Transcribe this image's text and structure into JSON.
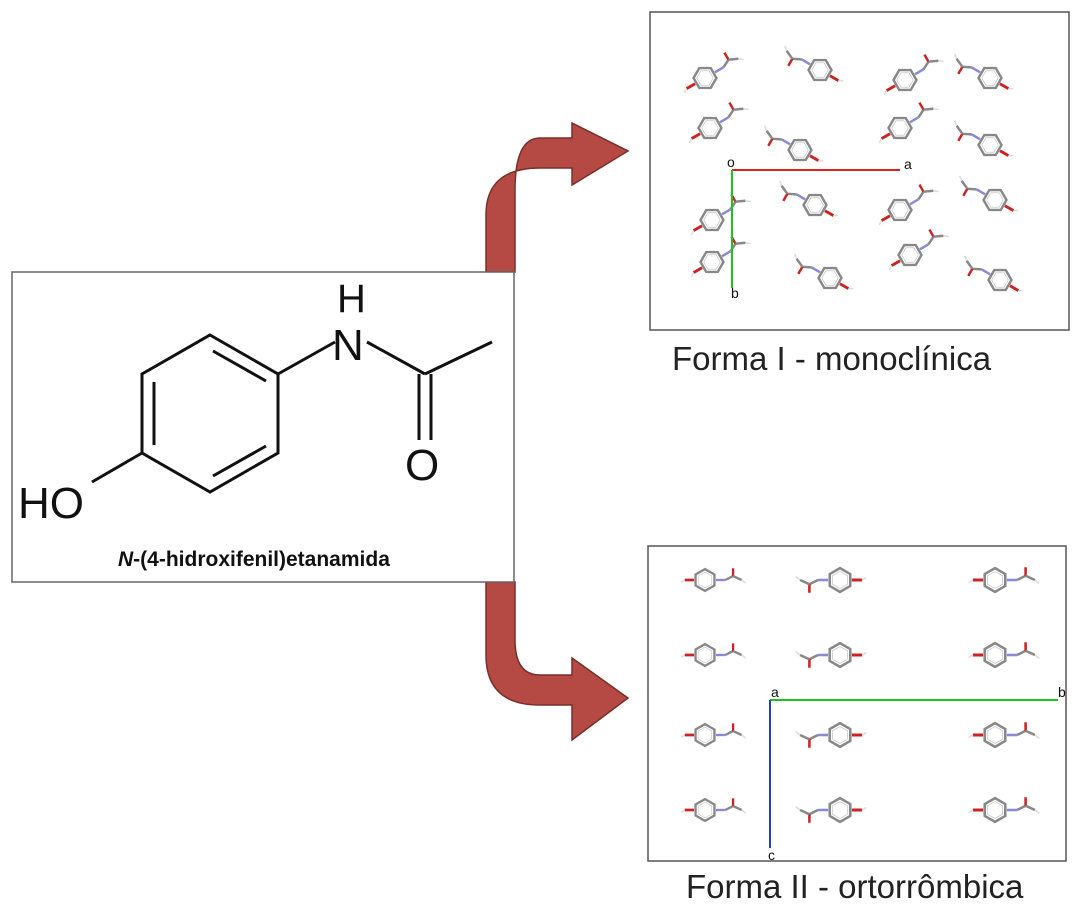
{
  "molecule": {
    "name_prefix": "N",
    "name_rest": "-(4-hidroxifenil)etanamida",
    "atoms": {
      "h": "H",
      "n": "N",
      "o": "O",
      "ho": "HO"
    }
  },
  "form1": {
    "caption": "Forma I - monoclínica",
    "axes": {
      "origin": "o",
      "a": "a",
      "b": "b"
    }
  },
  "form2": {
    "caption": "Forma II - ortorrômbica",
    "axes": {
      "origin": "a",
      "b": "b",
      "c": "c"
    }
  },
  "colors": {
    "arrow_fill": "#b54a44",
    "arrow_stroke": "#7a2e2a",
    "axis_a": "#e02020",
    "axis_b": "#20c020",
    "axis_c": "#2040c0",
    "molecule_gray": "#888888",
    "oxygen_red": "#cc2222",
    "nitrogen_blue": "#8888dd"
  }
}
